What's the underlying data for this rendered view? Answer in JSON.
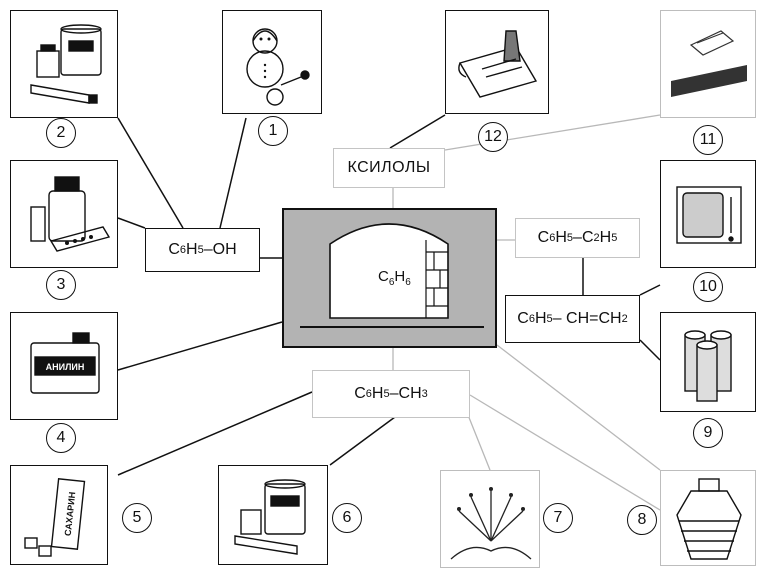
{
  "center": {
    "formula": "C6H6",
    "parts": [
      "C",
      "6",
      "H",
      "6"
    ]
  },
  "compounds": {
    "xylenes": "КСИЛОЛЫ",
    "phenol": {
      "parts": [
        "C",
        "6",
        "H",
        "5",
        "–OH"
      ]
    },
    "ethylbenzene": {
      "parts": [
        "C",
        "6",
        "H",
        "5",
        "–C",
        "2",
        "H",
        "5"
      ]
    },
    "styrene": {
      "parts": [
        "C",
        "6",
        "H",
        "5",
        "– CH=CH",
        "2"
      ]
    },
    "toluene": {
      "parts": [
        "C",
        "6",
        "H",
        "5",
        "–CH",
        "3"
      ]
    }
  },
  "numbers": [
    "1",
    "2",
    "3",
    "4",
    "5",
    "6",
    "7",
    "8",
    "9",
    "10",
    "11",
    "12"
  ],
  "product_labels": {
    "aniline": "АНИЛИН",
    "saccharin": "САХАРИН"
  },
  "colors": {
    "line": "#111111",
    "faint_line": "#b8b8b8",
    "furnace_fill": "#b3b3b3"
  }
}
